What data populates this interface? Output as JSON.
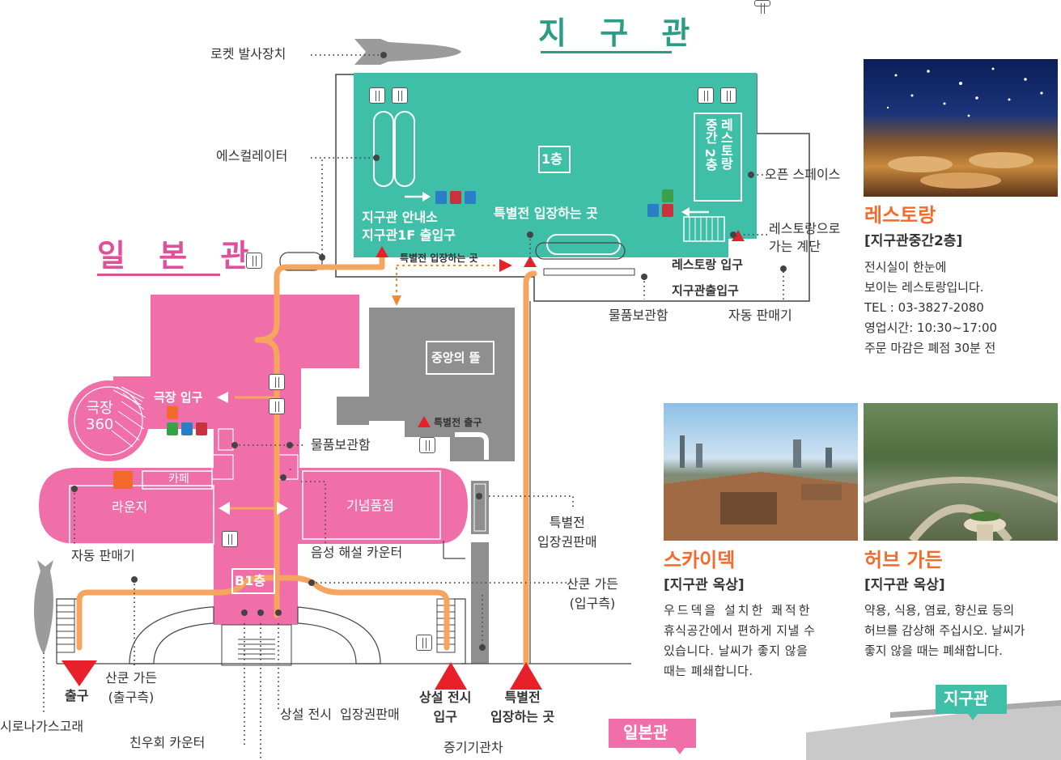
{
  "earth_hall": {
    "title": "지 구 관",
    "floor": "1층",
    "restaurant_mid": "레스토랑\n중간 2층",
    "info_center": "지구관 안내소\n지구관1F 출입구",
    "special_entrance": "특별전 입장하는 곳",
    "special_entrance_small": "특별전 입장하는 곳",
    "restaurant_entrance": "레스토랑 입구",
    "earth_exit_entrance": "지구관출입구",
    "central_garden": "중앙의 뜰",
    "special_exit": "특별전 출구"
  },
  "japan_hall": {
    "title": "일 본 관",
    "floor": "B1층",
    "theater": "극장\n360",
    "theater_entrance": "극장 입구",
    "cafe": "카페",
    "lounge": "라운지",
    "souvenir": "기념품점"
  },
  "callouts": {
    "rocket": "로켓 발사장치",
    "escalator": "에스컬레이터",
    "open_space": "오픈 스페이스",
    "stairs": "레스토랑으로\n가는 계단",
    "lockers_top": "물품보관함",
    "vending_top": "자동 판매기",
    "lockers_b1": "물품보관함",
    "special_tickets": "특별전\n입장권판매",
    "vending_b1": "자동 판매기",
    "audio_guide": "음성 해설 카운터",
    "garden_entrance": "산쿤 가든\n(입구측)",
    "garden_exit": "산쿤 가든\n(출구측)",
    "exit": "출구",
    "regular_entrance": "상설 전시\n입구",
    "special_entry": "특별전\n입장하는 곳",
    "regular_tickets": "상설 전시  입장권판매",
    "friends_counter": "친우회 카운터",
    "steam_engine": "증기기관차",
    "whale": "시로나가스고래"
  },
  "cards": {
    "restaurant": {
      "title": "레스토랑",
      "subtitle": "[지구관중간2층]",
      "lines": [
        "전시실이 한눈에",
        "보이는 레스토랑입니다.",
        "TEL : 03-3827-2080",
        "영업시간: 10:30~17:00",
        "주문 마감은 폐점 30분 전"
      ]
    },
    "skydeck": {
      "title": "스카이덱",
      "subtitle": "[지구관 옥상]",
      "lines": [
        "우드덱을 설치한 쾌적한",
        "휴식공간에서 편하게 지낼 수",
        "있습니다. 날씨가 좋지 않을",
        "때는 폐쇄합니다."
      ]
    },
    "herb": {
      "title": "허브 가든",
      "subtitle": "[지구관 옥상]",
      "lines": [
        "약용, 식용, 염료, 향신료 등의",
        "허브를 감상해 주십시오. 날씨가",
        "좋지 않을 때는 폐쇄합니다."
      ]
    }
  },
  "tags": {
    "earth_tag": "지구관",
    "japan_tag": "일본관"
  },
  "colors": {
    "teal": "#3fbfa8",
    "pink": "#f06fa9",
    "gray": "#8f8f8f",
    "orange_path": "#f6a55e",
    "red": "#e8202a",
    "orange_title": "#f26b2b"
  }
}
